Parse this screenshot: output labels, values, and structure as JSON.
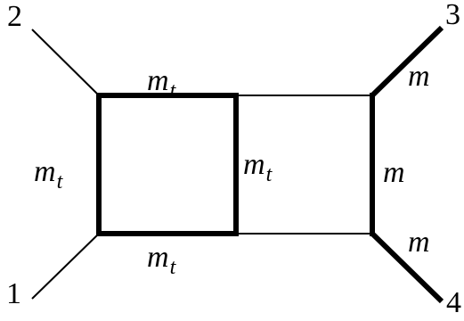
{
  "external_legs": {
    "leg_1": "1",
    "leg_2": "2",
    "leg_3": "3",
    "leg_4": "4"
  },
  "mass_labels": {
    "top_quark_base": "m",
    "top_quark_sub": "t",
    "massive": "m"
  }
}
